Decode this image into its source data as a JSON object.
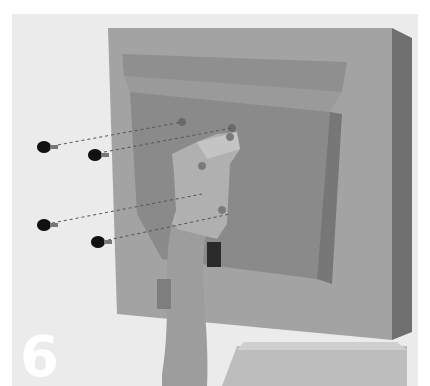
{
  "step": {
    "number": "6"
  },
  "colors": {
    "background": "#ebebeb",
    "monitor_back": "#8a8a8a",
    "monitor_frame": "#a3a3a3",
    "arm": "#9d9d9d",
    "knob": "#111111",
    "step_number": "#ffffff"
  },
  "icons": [
    "monitor",
    "stand-arm",
    "thumb-screw"
  ]
}
